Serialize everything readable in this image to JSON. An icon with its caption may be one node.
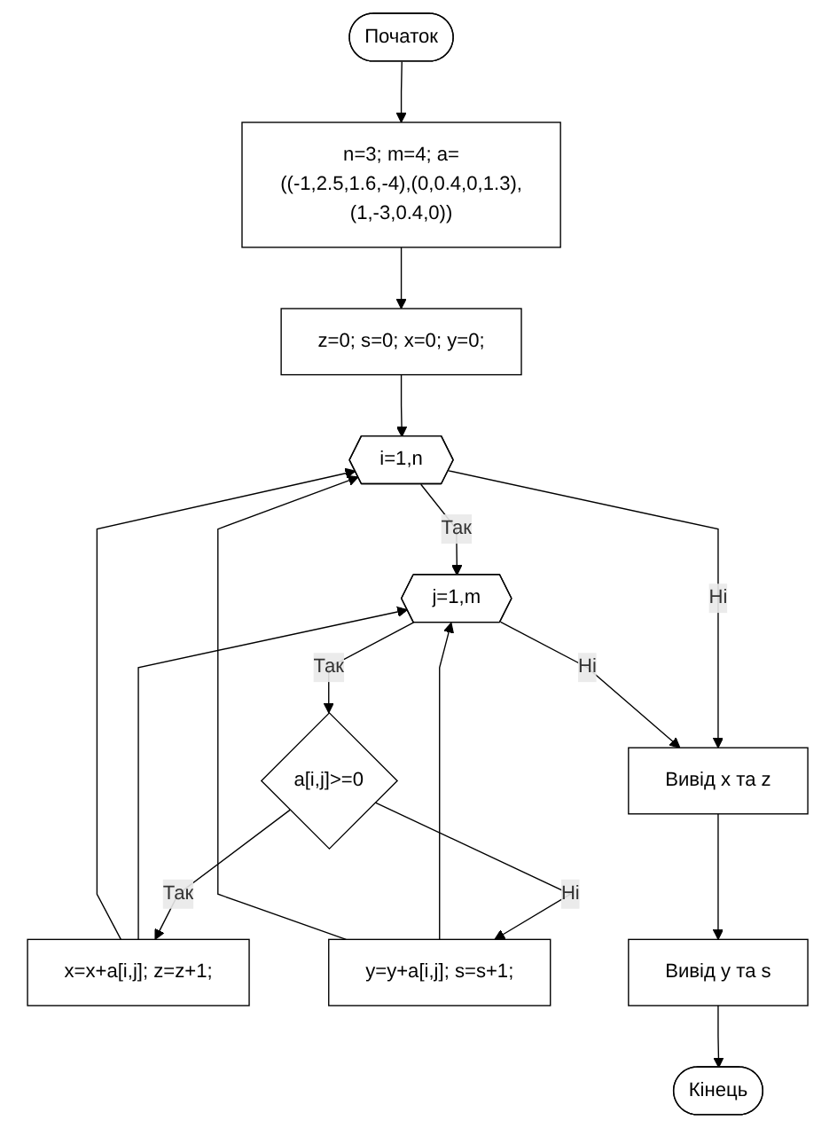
{
  "diagram": {
    "nodes": [
      {
        "text": [
          "Початок"
        ]
      },
      {
        "text": [
          "n=3; m=4; a=((-1,2.5,1.6,-4),(0,0.4,0,1.3),(1,-3,0.4,0))"
        ]
      },
      {
        "text": [
          "z=0; s=0; x=0; y=0;"
        ]
      },
      {
        "text": [
          "i=1,n"
        ]
      },
      {
        "text": [
          "j=1,m"
        ]
      },
      {
        "text": [
          "a[i,j]>=0"
        ]
      },
      {
        "text": [
          "x=x+a[i,j]; z=z+1;"
        ]
      },
      {
        "text": [
          "y=y+a[i,j]; s=s+1;"
        ]
      },
      {
        "text": [
          "Вивід x та z"
        ]
      },
      {
        "text": [
          "Вивід y та s"
        ]
      },
      {
        "text": [
          "Кінець"
        ]
      }
    ],
    "edges": [
      {
        "from": 0,
        "to": 1,
        "arrow": "to"
      },
      {
        "from": 1,
        "to": 2,
        "arrow": "to"
      },
      {
        "from": 2,
        "to": 3,
        "arrow": "to"
      },
      {
        "from": 3,
        "to": 4,
        "label": "Так",
        "arrow": "to"
      },
      {
        "from": 3,
        "to": 8,
        "label": "Ні",
        "arrow": "to"
      },
      {
        "from": 4,
        "to": 5,
        "label": "Так",
        "arrow": "to"
      },
      {
        "from": 4,
        "to": 8,
        "label": "Ні",
        "arrow": "to"
      },
      {
        "from": 5,
        "to": 6,
        "label": "Так",
        "arrow": "to"
      },
      {
        "from": 5,
        "to": 7,
        "label": "Ні",
        "arrow": "to"
      },
      {
        "from": 6,
        "to": 4,
        "arrow": "to"
      },
      {
        "from": 7,
        "to": 4,
        "arrow": "to"
      },
      {
        "from": 6,
        "to": 3,
        "arrow": "to"
      },
      {
        "from": 7,
        "to": 3,
        "arrow": "to"
      },
      {
        "from": 8,
        "to": 9,
        "arrow": "to"
      },
      {
        "from": 9,
        "to": 10,
        "arrow": "to"
      }
    ]
  }
}
